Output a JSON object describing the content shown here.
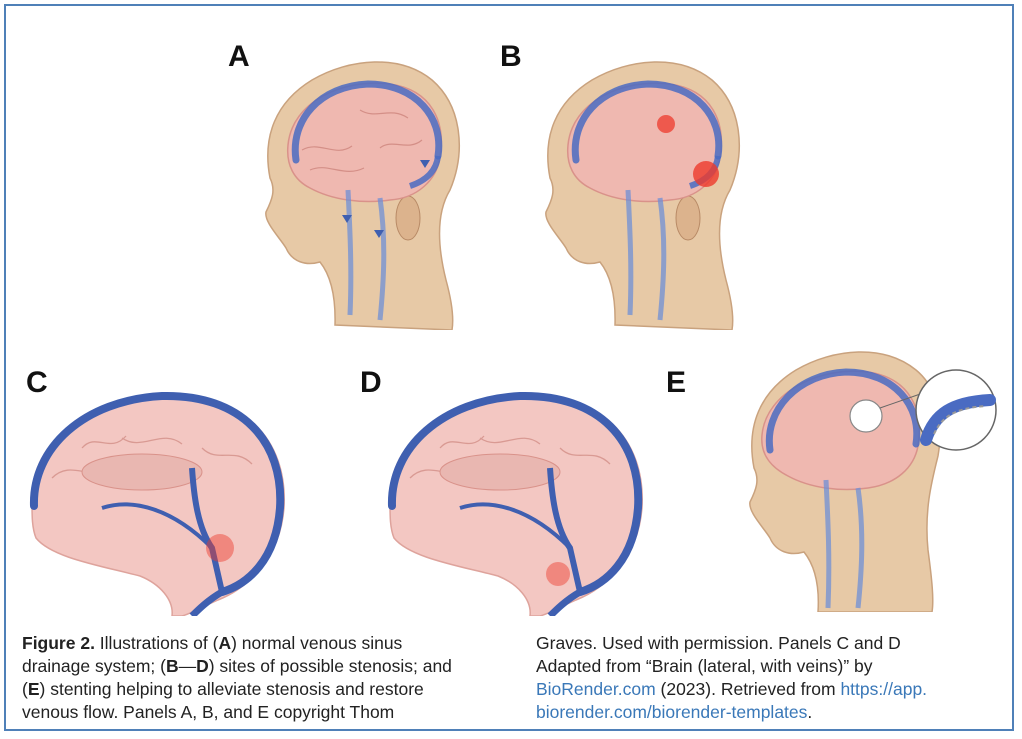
{
  "figure": {
    "panels": [
      "A",
      "B",
      "C",
      "D",
      "E"
    ],
    "caption": {
      "figure_label": "Figure 2.",
      "col1": [
        {
          "segments": [
            {
              "t": " Illustrations of ("
            },
            {
              "t": "A",
              "b": true
            },
            {
              "t": ") normal venous sinus"
            }
          ]
        },
        {
          "segments": [
            {
              "t": "drainage system; ("
            },
            {
              "t": "B",
              "b": true
            },
            {
              "t": "—"
            },
            {
              "t": "D",
              "b": true
            },
            {
              "t": ") sites of possible stenosis; and"
            }
          ]
        },
        {
          "segments": [
            {
              "t": "("
            },
            {
              "t": "E",
              "b": true
            },
            {
              "t": ") stenting helping to alleviate stenosis and restore"
            }
          ]
        },
        {
          "segments": [
            {
              "t": "venous flow. Panels A, B, and E copyright Thom"
            }
          ]
        }
      ],
      "col2": [
        {
          "segments": [
            {
              "t": "Graves. Used with permission. Panels C and D"
            }
          ]
        },
        {
          "segments": [
            {
              "t": "Adapted from “Brain (lateral, with veins)” by"
            }
          ]
        },
        {
          "segments": [
            {
              "t": "BioRender.com",
              "link": true
            },
            {
              "t": " (2023). Retrieved from "
            },
            {
              "t": "https://app.",
              "link": true
            }
          ]
        },
        {
          "segments": [
            {
              "t": "biorender.com/biorender-templates",
              "link": true
            },
            {
              "t": "."
            }
          ]
        }
      ]
    },
    "colors": {
      "border": "#4f80b8",
      "vein": "#3f5fb0",
      "skin": "#e7c9a6",
      "brain": "#efb8b0",
      "stenosis": "#ee3a2c",
      "link": "#3a78b8"
    }
  }
}
